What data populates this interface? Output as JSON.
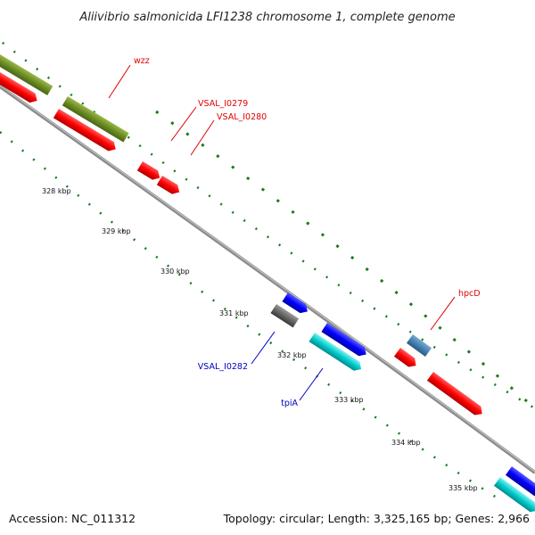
{
  "map": {
    "title": "Aliivibrio salmonicida LFI1238 chromosome 1, complete genome",
    "accession": "Accession: NC_011312",
    "summary": "Topology: circular; Length: 3,325,165 bp; Genes: 2,966",
    "colors": {
      "backbone": "#8c8c8c",
      "dots": "#1a7a1a",
      "red_gene": "#ff0000",
      "olive_gene": "#6b8e23",
      "blue_gene": "#0000ff",
      "cyan_gene": "#00cccc",
      "gray_gene": "#666666",
      "steelblue_gene": "#4682b4",
      "red_label": "#e00000",
      "blue_label": "#0000c0"
    },
    "ticks": [
      "328 kbp",
      "329 kbp",
      "330 kbp",
      "331 kbp",
      "332 kbp",
      "333 kbp",
      "334 kbp",
      "335 kbp"
    ],
    "gene_labels": [
      {
        "text": "wzz",
        "color": "red"
      },
      {
        "text": "VSAL_I0279",
        "color": "red"
      },
      {
        "text": "VSAL_I0280",
        "color": "red"
      },
      {
        "text": "hpcD",
        "color": "red"
      },
      {
        "text": "VSAL_I0282",
        "color": "blue"
      },
      {
        "text": "tpiA",
        "color": "blue"
      }
    ]
  }
}
